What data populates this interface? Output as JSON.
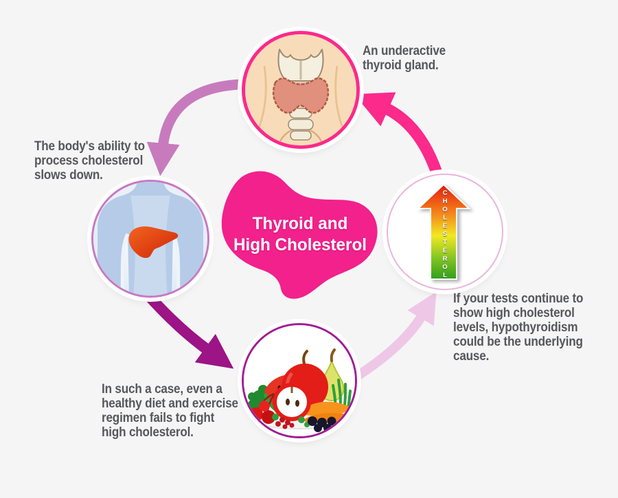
{
  "canvas": {
    "background_color": "#f5f5f6"
  },
  "center": {
    "title": "Thyroid and\nHigh Cholesterol",
    "blob_color": "#f2218c",
    "text_color": "#ffffff"
  },
  "nodes": {
    "thyroid": {
      "icon": "thyroid-gland-illustration",
      "border_color": "#fb2a8b"
    },
    "body": {
      "icon": "torso-with-liver-illustration",
      "border_color": "#c878c2"
    },
    "cholesterol": {
      "icon": "rising-cholesterol-arrow",
      "label": "CHOLESTEROL",
      "border_color": "#e9b6da",
      "gradient": [
        "#e41c0c",
        "#f58a1d",
        "#f2e821",
        "#2f9e1a"
      ]
    },
    "diet": {
      "icon": "fruits-and-vegetables-illustration",
      "border_color": "#a01d92"
    }
  },
  "captions": {
    "underactive": "An underactive\nthyroid gland.",
    "body_ability": "The body's ability to\nprocess cholesterol\nslows down.",
    "diet": "In such a case, even a\nhealthy diet and exercise\nregimen fails to fight\nhigh cholesterol.",
    "tests": "If your tests continue to\nshow high cholesterol\nlevels, hypothyroidism\ncould be the underlying\ncause.",
    "text_color": "#56575a"
  },
  "arrows": {
    "cholesterol_to_thyroid_color": "#fb2a8b",
    "thyroid_to_body_color": "#c77bbd",
    "body_to_diet_color": "#9c1486",
    "diet_to_cholesterol_color": "#eec7e6"
  }
}
